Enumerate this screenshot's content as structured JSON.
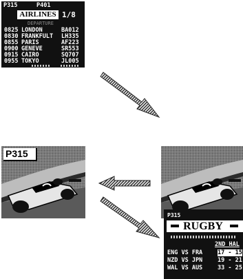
{
  "airlines_screen": {
    "top_page_left": "P315",
    "top_page_right": "P401",
    "title": "AIRLINES",
    "page_indicator": "1/8",
    "subtitle": "DEPARTURE",
    "flights": [
      {
        "time": "0825",
        "city": "LONDON",
        "code": "BA012"
      },
      {
        "time": "0830",
        "city": "FRANKFULT",
        "code": "LH335"
      },
      {
        "time": "0855",
        "city": "PARIS",
        "code": "AF223"
      },
      {
        "time": "0900",
        "city": "GENEVE",
        "code": "SR553"
      },
      {
        "time": "0915",
        "city": "CAIRO",
        "code": "SQ707"
      },
      {
        "time": "0955",
        "city": "TOKYO",
        "code": "JL005"
      }
    ]
  },
  "tv_left": {
    "page_badge": "P315"
  },
  "rugby_screen": {
    "page": "P315",
    "title": "RUGBY",
    "half_label": "2ND HAL",
    "matches": [
      {
        "teams": "ENG VS FRA",
        "score": "17 - 15"
      },
      {
        "teams": "NZD VS JPN",
        "score": "19 - 21"
      },
      {
        "teams": "WAL VS AUS",
        "score": "33 - 25"
      }
    ]
  }
}
